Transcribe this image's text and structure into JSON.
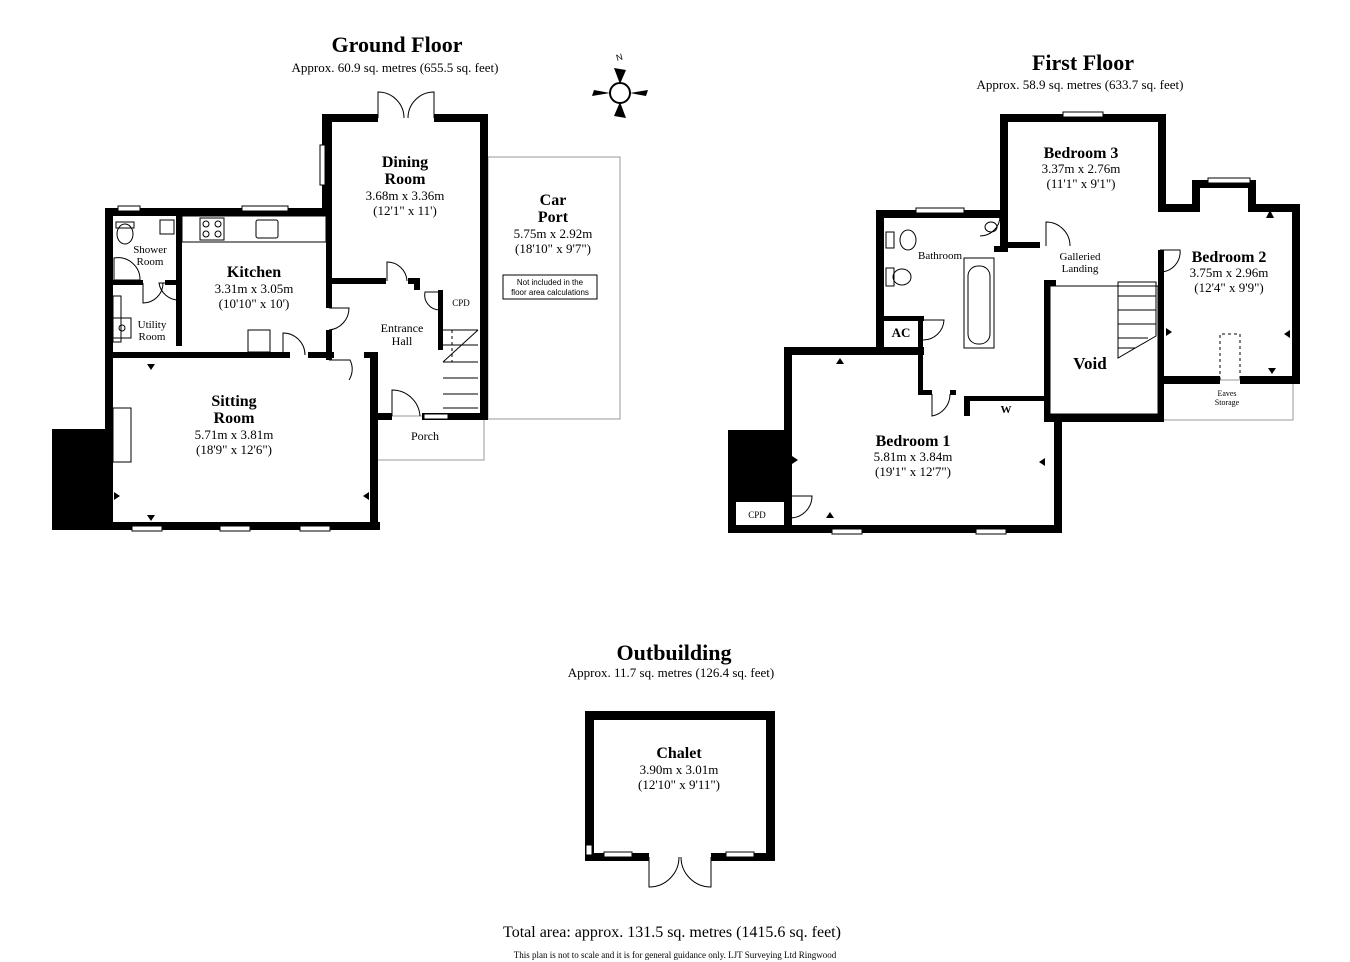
{
  "ground_floor": {
    "title": "Ground Floor",
    "area": "Approx. 60.9 sq. metres (655.5 sq. feet)",
    "rooms": {
      "dining": {
        "name_1": "Dining",
        "name_2": "Room",
        "metric": "3.68m x 3.36m",
        "imperial": "(12'1\" x 11')"
      },
      "car_port": {
        "name_1": "Car",
        "name_2": "Port",
        "metric": "5.75m x 2.92m",
        "imperial": "(18'10\" x 9'7\")",
        "note_1": "Not included in the",
        "note_2": "floor area calculations"
      },
      "kitchen": {
        "name": "Kitchen",
        "metric": "3.31m x 3.05m",
        "imperial": "(10'10\" x 10')"
      },
      "shower_room": {
        "name_1": "Shower",
        "name_2": "Room"
      },
      "utility_room": {
        "name_1": "Utility",
        "name_2": "Room"
      },
      "entrance_hall": {
        "name_1": "Entrance",
        "name_2": "Hall"
      },
      "cupboard": "CPD",
      "sitting": {
        "name_1": "Sitting",
        "name_2": "Room",
        "metric": "5.71m x 3.81m",
        "imperial": "(18'9\" x 12'6\")"
      },
      "porch": "Porch"
    }
  },
  "compass": {
    "north_label": "N"
  },
  "first_floor": {
    "title": "First Floor",
    "area": "Approx. 58.9 sq. metres (633.7 sq. feet)",
    "rooms": {
      "bedroom_3": {
        "name": "Bedroom 3",
        "metric": "3.37m x 2.76m",
        "imperial": "(11'1\" x 9'1\")"
      },
      "bathroom": "Bathroom",
      "landing": {
        "name_1": "Galleried",
        "name_2": "Landing"
      },
      "bedroom_2": {
        "name": "Bedroom 2",
        "metric": "3.75m x 2.96m",
        "imperial": "(12'4\" x 9'9\")"
      },
      "ac": "AC",
      "void": "Void",
      "wardrobe": "W",
      "eaves": {
        "name_1": "Eaves",
        "name_2": "Storage"
      },
      "bedroom_1": {
        "name": "Bedroom 1",
        "metric": "5.81m x 3.84m",
        "imperial": "(19'1\" x 12'7\")"
      },
      "cupboard": "CPD"
    }
  },
  "outbuilding": {
    "title": "Outbuilding",
    "area": "Approx. 11.7 sq. metres (126.4 sq. feet)",
    "rooms": {
      "chalet": {
        "name": "Chalet",
        "metric": "3.90m x 3.01m",
        "imperial": "(12'10\" x 9'11\")"
      }
    }
  },
  "footer": {
    "total": "Total area: approx. 131.5 sq. metres (1415.6 sq. feet)",
    "disclaimer": "This plan is not to scale and it is for general guidance only. LJT Surveying Ltd Ringwood"
  }
}
